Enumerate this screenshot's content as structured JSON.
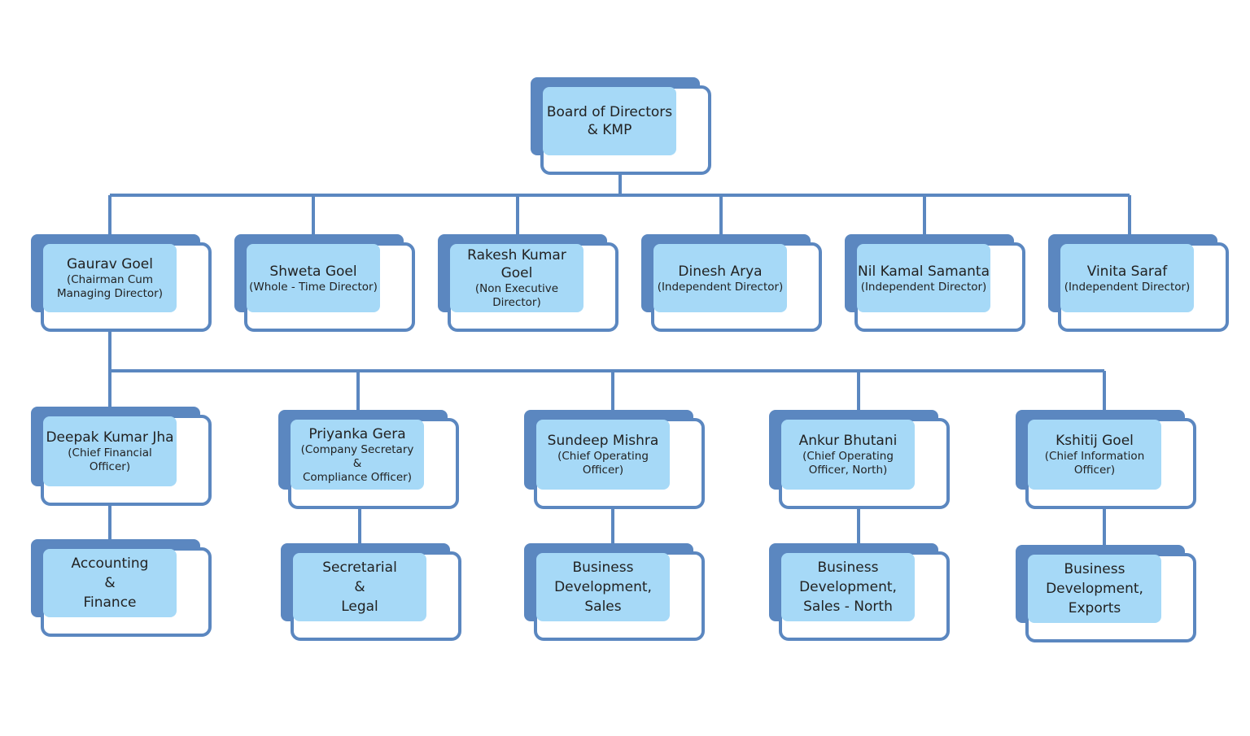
{
  "colors": {
    "line": "#5b87c0",
    "shadow": "#5b87c0",
    "frame_border": "#5b87c0",
    "inner_fill": "#a6d9f7",
    "text": "#222222"
  },
  "root": {
    "name": "Board of Directors\n& KMP",
    "role": ""
  },
  "directors": [
    {
      "name": "Gaurav Goel",
      "role": "(Chairman Cum\nManaging Director)"
    },
    {
      "name": "Shweta Goel",
      "role": "(Whole - Time Director)"
    },
    {
      "name": "Rakesh Kumar Goel",
      "role": "(Non Executive\nDirector)"
    },
    {
      "name": "Dinesh Arya",
      "role": "(Independent Director)"
    },
    {
      "name": "Nil Kamal Samanta",
      "role": "(Independent Director)"
    },
    {
      "name": "Vinita Saraf",
      "role": "(Independent Director)"
    }
  ],
  "officers": [
    {
      "name": "Deepak Kumar Jha",
      "role": "(Chief Financial\nOfficer)"
    },
    {
      "name": "Priyanka Gera",
      "role": "(Company Secretary\n&\nCompliance Officer)"
    },
    {
      "name": "Sundeep Mishra",
      "role": "(Chief Operating\nOfficer)"
    },
    {
      "name": "Ankur Bhutani",
      "role": "(Chief Operating\nOfficer, North)"
    },
    {
      "name": "Kshitij Goel",
      "role": "(Chief Information\nOfficer)"
    }
  ],
  "units": [
    {
      "name": "Accounting\n&\nFinance"
    },
    {
      "name": "Secretarial\n&\nLegal"
    },
    {
      "name": "Business\nDevelopment,\nSales"
    },
    {
      "name": "Business\nDevelopment,\nSales -  North"
    },
    {
      "name": "Business\nDevelopment,\nExports"
    }
  ]
}
